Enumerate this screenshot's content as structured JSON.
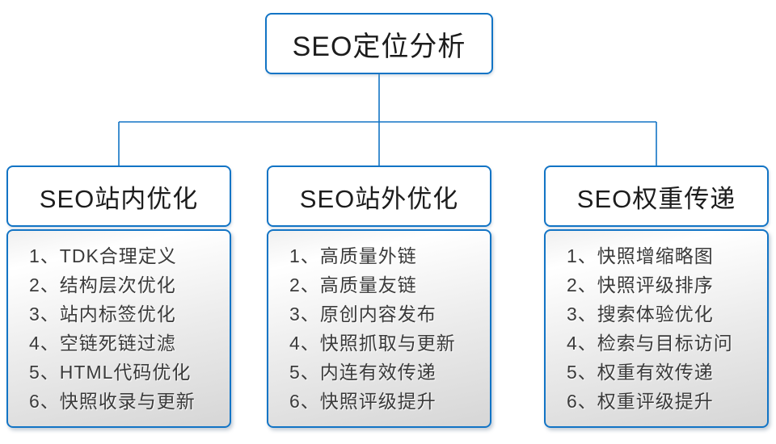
{
  "colors": {
    "accent": "#1274c5",
    "title_text": "#1c1c1c",
    "item_text": "#3a3a3a"
  },
  "root": {
    "title": "SEO定位分析"
  },
  "columns": [
    {
      "title": "SEO站内优化",
      "items": [
        "1、TDK合理定义",
        "2、结构层次优化",
        "3、站内标签优化",
        "4、空链死链过滤",
        "5、HTML代码优化",
        "6、快照收录与更新"
      ]
    },
    {
      "title": "SEO站外优化",
      "items": [
        "1、高质量外链",
        "2、高质量友链",
        "3、原创内容发布",
        "4、快照抓取与更新",
        "5、内连有效传递",
        "6、快照评级提升"
      ]
    },
    {
      "title": "SEO权重传递",
      "items": [
        "1、快照增缩略图",
        "2、快照评级排序",
        "3、搜索体验优化",
        "4、检索与目标访问",
        "5、权重有效传递",
        "6、权重评级提升"
      ]
    }
  ]
}
